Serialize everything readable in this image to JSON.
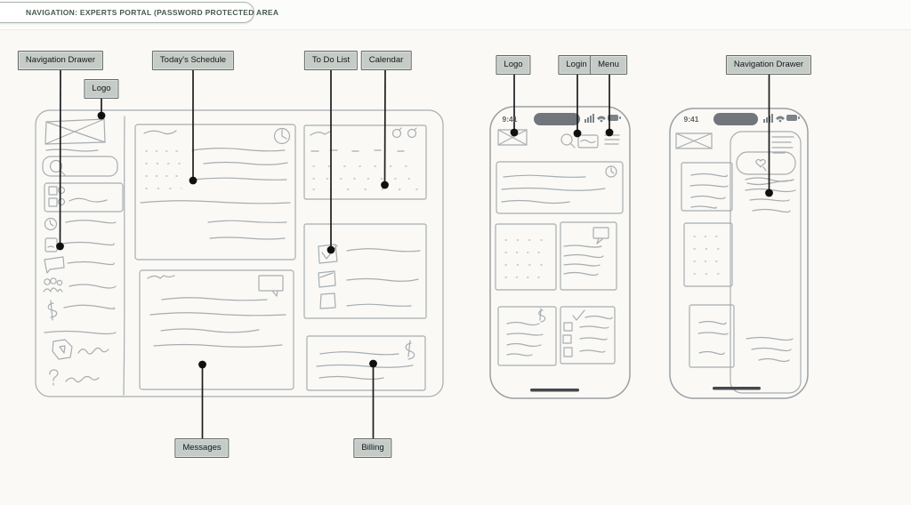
{
  "header": {
    "title": "NAVIGATION: EXPERTS PORTAL (PASSWORD PROTECTED AREA"
  },
  "annotations": {
    "nav_drawer_left": "Navigation Drawer",
    "logo_tablet": "Logo",
    "todays_schedule": "Today's Schedule",
    "todo_list": "To Do List",
    "calendar": "Calendar",
    "logo_phone": "Logo",
    "login": "Login",
    "menu": "Menu",
    "nav_drawer_right": "Navigation Drawer",
    "messages": "Messages",
    "billing": "Billing"
  },
  "phones": {
    "status_time": "9:41"
  },
  "colors": {
    "callout_bg": "#c5ccc8",
    "callout_border": "#646a67",
    "header_text": "#47594f",
    "annotation_line": "#1d1d1d",
    "sketch_stroke": "#a7adb1",
    "phone_frame": "#9aa0a4",
    "status_dark": "#70767b"
  }
}
